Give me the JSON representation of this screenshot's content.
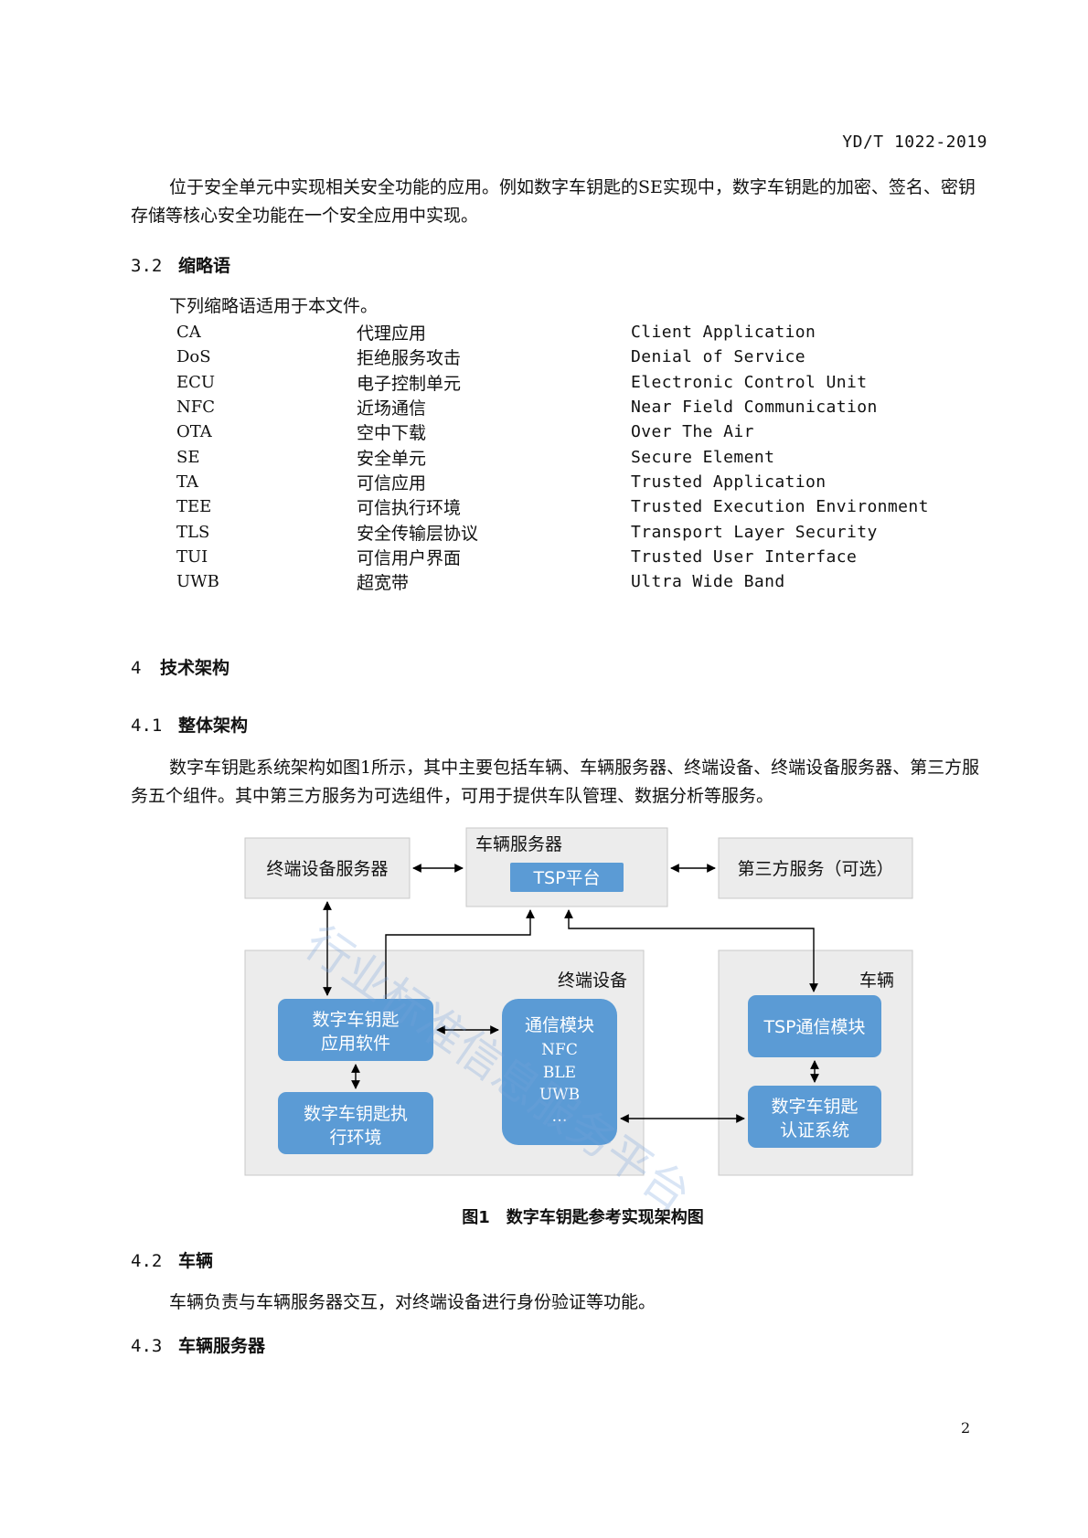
{
  "header": {
    "code": "YD/T 1022-2019"
  },
  "intro_paragraph": "位于安全单元中实现相关安全功能的应用。例如数字车钥匙的SE实现中，数字车钥匙的加密、签名、密钥存储等核心安全功能在一个安全应用中实现。",
  "section_3_2": {
    "num": "3.2",
    "title": "缩略语",
    "intro": "下列缩略语适用于本文件。"
  },
  "abbreviations": [
    {
      "abbr": "CA",
      "zh": "代理应用",
      "en": "Client Application"
    },
    {
      "abbr": "DoS",
      "zh": "拒绝服务攻击",
      "en": "Denial of Service"
    },
    {
      "abbr": "ECU",
      "zh": "电子控制单元",
      "en": "Electronic Control Unit"
    },
    {
      "abbr": "NFC",
      "zh": "近场通信",
      "en": "Near Field Communication"
    },
    {
      "abbr": "OTA",
      "zh": "空中下载",
      "en": "Over The Air"
    },
    {
      "abbr": "SE",
      "zh": "安全单元",
      "en": "Secure Element"
    },
    {
      "abbr": "TA",
      "zh": "可信应用",
      "en": "Trusted Application"
    },
    {
      "abbr": "TEE",
      "zh": "可信执行环境",
      "en": "Trusted Execution Environment"
    },
    {
      "abbr": "TLS",
      "zh": "安全传输层协议",
      "en": "Transport Layer Security"
    },
    {
      "abbr": "TUI",
      "zh": "可信用户界面",
      "en": "Trusted User Interface"
    },
    {
      "abbr": "UWB",
      "zh": "超宽带",
      "en": "Ultra Wide Band"
    }
  ],
  "section_4": {
    "num": "4",
    "title": "技术架构"
  },
  "section_4_1": {
    "num": "4.1",
    "title": "整体架构",
    "paragraph": "数字车钥匙系统架构如图1所示，其中主要包括车辆、车辆服务器、终端设备、终端设备服务器、第三方服务五个组件。其中第三方服务为可选组件，可用于提供车队管理、数据分析等服务。"
  },
  "diagram": {
    "terminal_server": "终端设备服务器",
    "vehicle_server": "车辆服务器",
    "tsp_platform": "TSP平台",
    "third_party": "第三方服务（可选）",
    "terminal_device": "终端设备",
    "vehicle": "车辆",
    "app_line1": "数字车钥匙",
    "app_line2": "应用软件",
    "exec_line1": "数字车钥匙执",
    "exec_line2": "行环境",
    "comm_title": "通信模块",
    "comm_items": [
      "NFC",
      "BLE",
      "UWB",
      "…"
    ],
    "tsp_comm": "TSP通信模块",
    "auth_line1": "数字车钥匙",
    "auth_line2": "认证系统",
    "watermark": "行业标准信息服务平台",
    "colors": {
      "gray_box": "#ececec",
      "blue_box": "#5b9bd5",
      "border": "#c8c8c8"
    }
  },
  "figure_caption": "图1　数字车钥匙参考实现架构图",
  "section_4_2": {
    "num": "4.2",
    "title": "车辆",
    "paragraph": "车辆负责与车辆服务器交互，对终端设备进行身份验证等功能。"
  },
  "section_4_3": {
    "num": "4.3",
    "title": "车辆服务器"
  },
  "page_number": "2"
}
